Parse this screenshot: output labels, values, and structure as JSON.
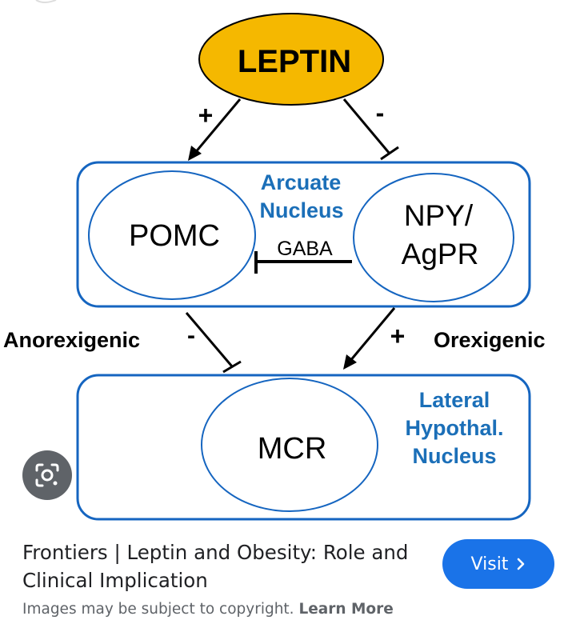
{
  "diagram": {
    "leptin": "LEPTIN",
    "pomc": "POMC",
    "npy_line1": "NPY/",
    "npy_line2": "AgPR",
    "arcuate_line1": "Arcuate",
    "arcuate_line2": "Nucleus",
    "gaba": "GABA",
    "mcr": "MCR",
    "lateral_line1": "Lateral",
    "lateral_line2": "Hypothal.",
    "lateral_line3": "Nucleus",
    "anorexigenic": "Anorexigenic",
    "orexigenic": "Orexigenic",
    "sign_leptin_pomc": "+",
    "sign_leptin_npy": "-",
    "sign_pomc_mcr": "-",
    "sign_npy_mcr": "+",
    "colors": {
      "leptin_fill": "#f5b800",
      "box_stroke": "#1565c0",
      "label_blue": "#1b6fb8",
      "text_dark": "#000000"
    }
  },
  "lens_button": {
    "icon": "lens-camera-icon"
  },
  "footer": {
    "source_title": "Frontiers | Leptin and Obesity: Role and Clinical Implication",
    "visit_label": "Visit",
    "visit_icon": "chevron-right-icon",
    "copyright_text": "Images may be subject to copyright.",
    "learn_more": "Learn More"
  }
}
